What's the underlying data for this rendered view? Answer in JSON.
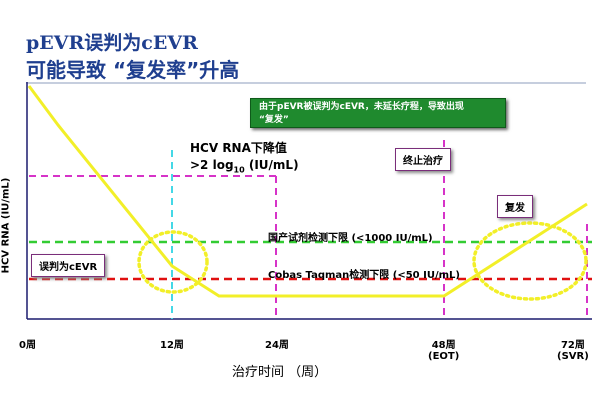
{
  "title_line1": "pEVR误判为cEVR",
  "title_line2": "可能导致 “复发率”升高",
  "green_note": {
    "line1": "由于pEVR被误判为cEVR，未延长疗程，导致出现",
    "line2": "“复发”"
  },
  "annotations": {
    "hcv_drop_line1": "HCV RNA下降值",
    "hcv_drop_prefix": ">2 log",
    "hcv_drop_sub": "10",
    "hcv_drop_suffix": " (IU/mL)",
    "stop_treatment": "终止治疗",
    "relapse": "复发",
    "misjudged": "误判为cEVR",
    "domestic_limit": "国产试剂检测下限   (<1000 IU/mL)",
    "cobas_limit": "Cobas Taqman检测下限  (<50 IU/mL)"
  },
  "axes": {
    "y_label": "HCV RNA (IU/mL)",
    "x_label": "治疗时间 （周）",
    "ticks": [
      {
        "main": "0周",
        "sub": ""
      },
      {
        "main": "12周",
        "sub": ""
      },
      {
        "main": "24周",
        "sub": ""
      },
      {
        "main": "48周",
        "sub": "(EOT)"
      },
      {
        "main": "72周",
        "sub": "(SVR)"
      }
    ]
  },
  "colors": {
    "curve": "#f2ef28",
    "magenta": "#d633c8",
    "green": "#33cc33",
    "red": "#e01010",
    "cyan": "#44d8e6",
    "axis": "#1c1c6e",
    "title": "#1f3f8f",
    "note_bg": "#1f8a2e"
  }
}
